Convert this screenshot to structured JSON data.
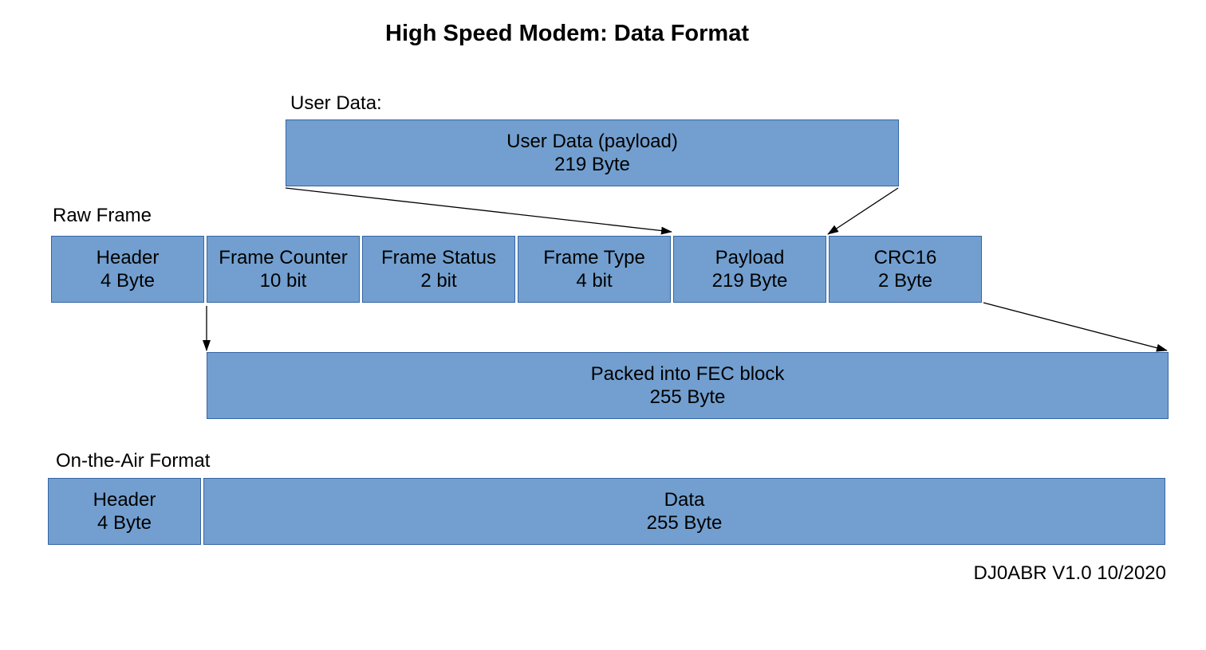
{
  "title": "High Speed Modem: Data Format",
  "user_data": {
    "label": "User Data:",
    "box": {
      "name": "User Data (payload)",
      "size": "219 Byte"
    }
  },
  "raw_frame": {
    "label": "Raw Frame",
    "fields": [
      {
        "name": "Header",
        "size": "4 Byte"
      },
      {
        "name": "Frame Counter",
        "size": "10 bit"
      },
      {
        "name": "Frame Status",
        "size": "2 bit"
      },
      {
        "name": "Frame Type",
        "size": "4 bit"
      },
      {
        "name": "Payload",
        "size": "219 Byte"
      },
      {
        "name": "CRC16",
        "size": "2 Byte"
      }
    ]
  },
  "fec_block": {
    "name": "Packed into FEC block",
    "size": "255 Byte"
  },
  "on_air": {
    "label": "On-the-Air Format",
    "fields": [
      {
        "name": "Header",
        "size": "4 Byte"
      },
      {
        "name": "Data",
        "size": "255 Byte"
      }
    ]
  },
  "footer": "DJ0ABR V1.0 10/2020",
  "colors": {
    "box_fill": "#729fcf",
    "box_border": "#3465a4",
    "arrow": "#000000"
  }
}
